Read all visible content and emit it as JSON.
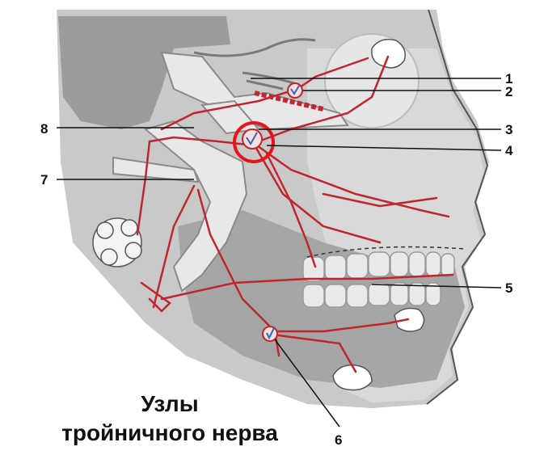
{
  "caption": {
    "line1": "Узлы",
    "line2": "тройничного нерва"
  },
  "labels": [
    "1",
    "2",
    "3",
    "4",
    "5",
    "6",
    "7",
    "8"
  ],
  "colors": {
    "nerve": "#c0262d",
    "highlight_circle": "#e8141c",
    "bone": "#cfcfcf",
    "tissue": "#b9b9b9",
    "dark_tissue": "#999999",
    "ganglion": "#3b63b8"
  }
}
